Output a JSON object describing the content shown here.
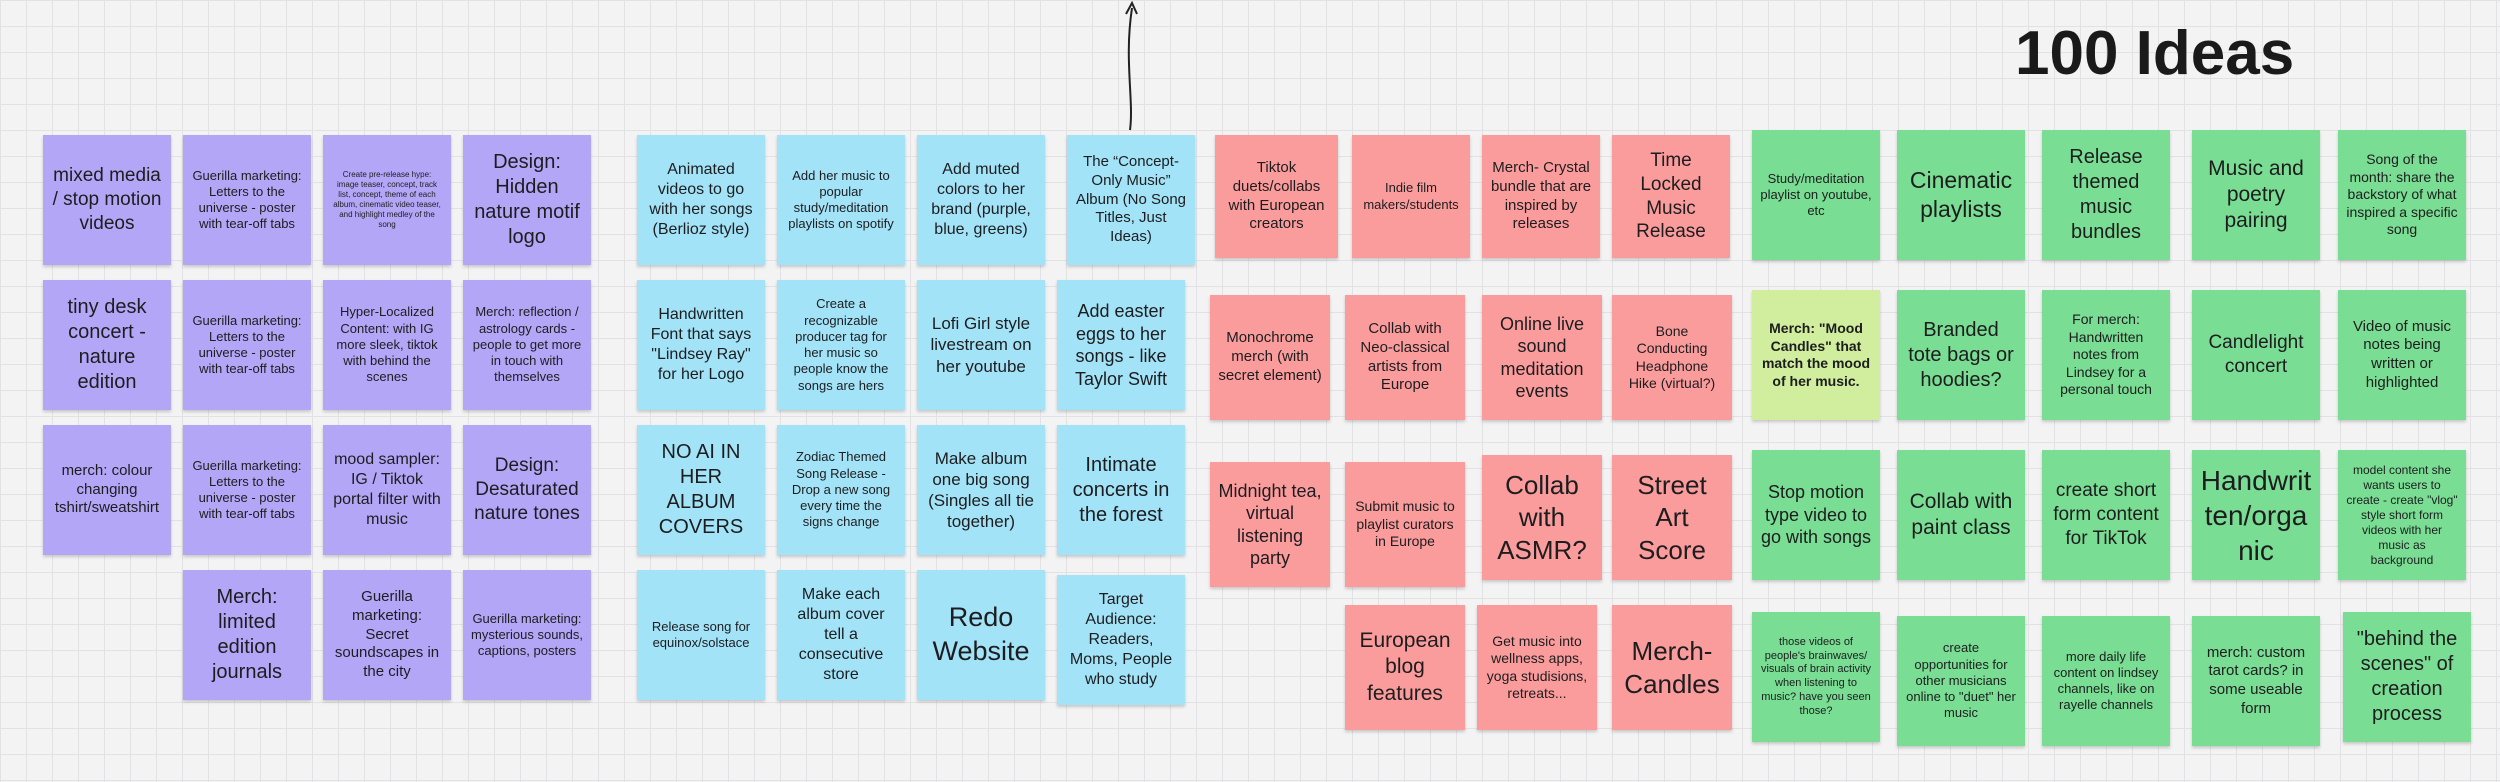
{
  "board": {
    "title": "100 Ideas",
    "colors": {
      "purple": "#b4a6f7",
      "blue": "#a2e3f7",
      "red": "#fb9c9c",
      "green": "#79dd93",
      "lime": "#d0ee9d",
      "grid": "#e2e2e5",
      "background": "#f3f3f4"
    },
    "arrow_icon": "arrow-up-connector"
  },
  "notes": {
    "p1": "mixed media / stop motion videos",
    "p2": "Guerilla marketing: Letters to the universe - poster with tear-off tabs",
    "p3": "Create pre-release hype: image teaser, concept, track list, concept, theme of each album, cinematic video teaser, and highlight medley of the song",
    "p4": "Design: Hidden nature motif logo",
    "p5": "tiny desk concert - nature edition",
    "p6": "Guerilla marketing: Letters to the universe - poster with tear-off tabs",
    "p7": "Hyper-Localized Content: with IG more sleek, tiktok with behind the scenes",
    "p8": "Merch: reflection / astrology cards - people to get more in touch with themselves",
    "p9": "merch: colour changing tshirt/sweatshirt",
    "p10": "Guerilla marketing: Letters to the universe - poster with tear-off tabs",
    "p11": "mood sampler: IG / Tiktok portal filter with music",
    "p12": "Design: Desaturated nature tones",
    "p13": "Merch: limited edition journals",
    "p14": "Guerilla marketing: Secret soundscapes in the city",
    "p15": "Guerilla marketing: mysterious sounds, captions, posters",
    "b1": "Animated videos to go with her songs (Berlioz style)",
    "b2": "Add her music to popular study/meditation playlists on spotify",
    "b3": "Add muted colors to her brand (purple, blue, greens)",
    "b4": "The “Concept-Only Music” Album (No Song Titles, Just Ideas)",
    "b5": "Handwritten Font that says \"Lindsey Ray\" for her Logo",
    "b6": "Create a recognizable producer tag for her music so people know the songs are hers",
    "b7": "Lofi Girl style livestream on her youtube",
    "b8": "Add easter eggs to her songs - like Taylor Swift",
    "b9": "NO AI IN HER ALBUM COVERS",
    "b10": "Zodiac Themed Song Release - Drop a new song every time the signs change",
    "b11": "Make album one big song (Singles all tie together)",
    "b12": "Intimate concerts in the forest",
    "b13": "Release song for equinox/solstace",
    "b14": "Make each album cover tell a consecutive store",
    "b15": "Redo Website",
    "b16": "Target Audience: Readers, Moms, People who study",
    "r1": "Tiktok duets/collabs with European creators",
    "r2": "Indie film makers/students",
    "r3": "Merch- Crystal bundle that are inspired by releases",
    "r4": "Time Locked Music Release",
    "r5": "Monochrome merch (with secret element)",
    "r6": "Collab with Neo-classical artists from Europe",
    "r7": "Online live sound meditation events",
    "r8": "Bone Conducting Headphone Hike (virtual?)",
    "r9": "Midnight tea, virtual listening party",
    "r10": "Submit music to playlist curators in Europe",
    "r11": "Collab with ASMR?",
    "r12": "Street Art Score",
    "r13": "European blog features",
    "r14": "Get music into wellness apps, yoga studisions, retreats...",
    "r15": "Merch-Candles",
    "g1": "Study/meditation playlist on youtube, etc",
    "g2": "Cinematic playlists",
    "g3": "Release themed music bundles",
    "g4": "Music and poetry pairing",
    "g5": "Song of the month: share the backstory of what inspired a specific song",
    "g6": "Merch: \"Mood Candles\" that match the mood of her music.",
    "g7": "Branded tote bags or hoodies?",
    "g8": "For merch: Handwritten notes from Lindsey for a personal touch",
    "g9": "Candlelight concert",
    "g10": "Video of music notes being written or highlighted",
    "g11": "Stop motion type video to go with songs",
    "g12": "Collab with paint class",
    "g13": "create short form content for TikTok",
    "g14": "Handwritten/organic",
    "g15": "model content she wants users to create - create \"vlog\" style short form videos with her music as background",
    "g16": "those videos of people's brainwaves/ visuals of brain activity when listening to music? have you seen those?",
    "g17": "create opportunities for other musicians online to \"duet\" her music",
    "g18": "more daily life content on lindsey channels, like on rayelle channels",
    "g19": "merch: custom tarot cards? in some useable form",
    "g20": "\"behind the scenes\" of creation process"
  }
}
